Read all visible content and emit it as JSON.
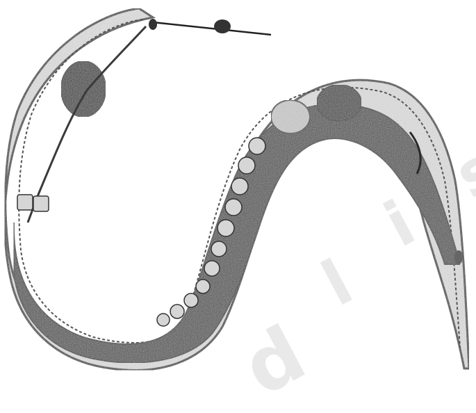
{
  "image": {
    "watermark": [
      "d",
      "l",
      "i",
      "s"
    ]
  },
  "colors": {
    "background": "#ffffff",
    "outline": "#333333",
    "body_light": "#e4e4e4",
    "intestine_dark": "#4a4a4a",
    "organ_dark": "#2e2e2e",
    "cell_fill": "#d6d6d6",
    "watermark": "#e9e9e9"
  }
}
